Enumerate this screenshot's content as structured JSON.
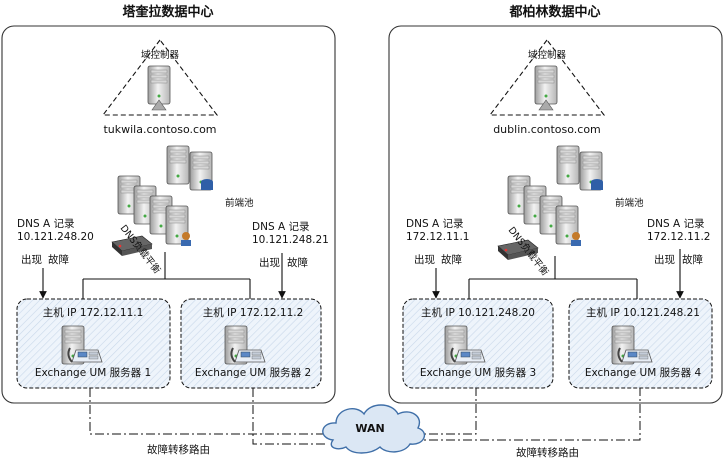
{
  "datacenters": [
    {
      "title": "塔奎拉数据中心",
      "dc_label": "域控制器",
      "domain": "tukwila.contoso.com",
      "pool_label": "前端池",
      "nlb_label": "DNS负载平衡",
      "dns": [
        {
          "line1": "DNS A 记录",
          "line2": "10.121.248.20",
          "up": "出现",
          "down": "故障"
        },
        {
          "line1": "DNS A 记录",
          "line2": "10.121.248.21",
          "up": "出现",
          "down": "故障"
        }
      ],
      "servers": [
        {
          "ip": "主机 IP 172.12.11.1",
          "name": "Exchange UM 服务器 1"
        },
        {
          "ip": "主机 IP 172.12.11.2",
          "name": "Exchange UM 服务器 2"
        }
      ]
    },
    {
      "title": "都柏林数据中心",
      "dc_label": "域控制器",
      "domain": "dublin.contoso.com",
      "pool_label": "前端池",
      "nlb_label": "DNS负载平衡",
      "dns": [
        {
          "line1": "DNS A 记录",
          "line2": "172.12.11.1",
          "up": "出现",
          "down": "故障"
        },
        {
          "line1": "DNS A 记录",
          "line2": "172.12.11.2",
          "up": "出现",
          "down": "故障"
        }
      ],
      "servers": [
        {
          "ip": "主机 IP 10.121.248.20",
          "name": "Exchange UM 服务器 3"
        },
        {
          "ip": "主机 IP 10.121.248.21",
          "name": "Exchange UM 服务器 4"
        }
      ]
    }
  ],
  "wan_label": "WAN",
  "failover_labels": [
    "故障转移路由",
    "故障转移路由"
  ]
}
